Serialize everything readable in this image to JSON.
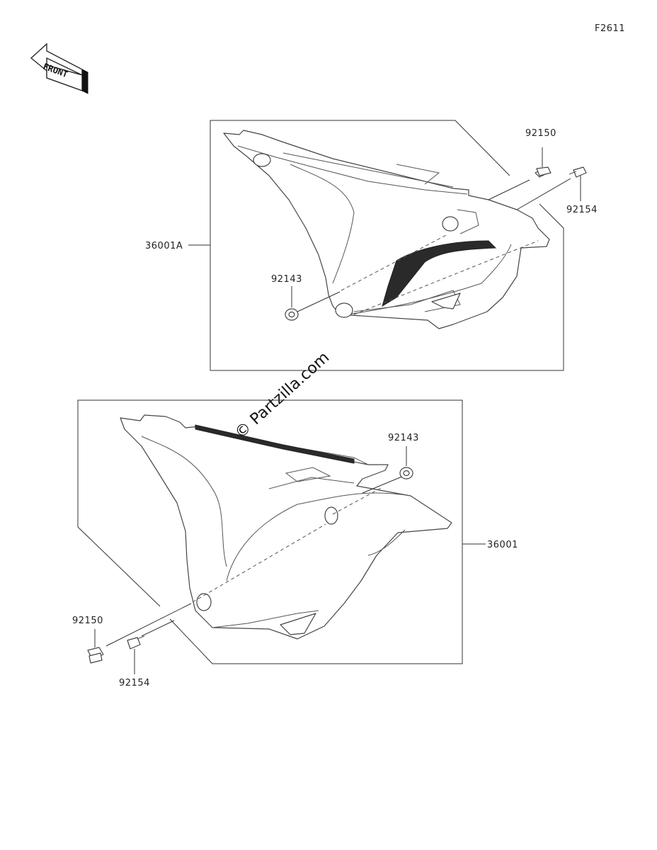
{
  "figure_code": "F2611",
  "front_label": "FRONT",
  "watermark": "© Partzilla.com",
  "upper_group": {
    "assembly_label": "36001A",
    "parts": [
      {
        "number": "92150"
      },
      {
        "number": "92154"
      },
      {
        "number": "92143"
      }
    ]
  },
  "lower_group": {
    "assembly_label": "36001",
    "parts": [
      {
        "number": "92143"
      },
      {
        "number": "92150"
      },
      {
        "number": "92154"
      }
    ]
  },
  "colors": {
    "line": "#333333",
    "background": "#ffffff"
  }
}
